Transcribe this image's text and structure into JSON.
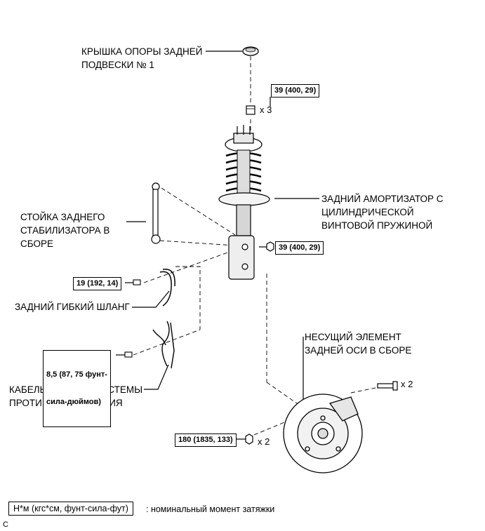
{
  "labels": {
    "cap_line1": "КРЫШКА ОПОРЫ ЗАДНЕЙ",
    "cap_line2": "ПОДВЕСКИ № 1",
    "shock_line1": "ЗАДНИЙ АМОРТИЗАТОР С",
    "shock_line2": "ЦИЛИНДРИЧЕСКОЙ",
    "shock_line3": "ВИНТОВОЙ ПРУЖИНОЙ",
    "link_line1": "СТОЙКА ЗАДНЕГО",
    "link_line2": "СТАБИЛИЗАТОРА В",
    "link_line3": "СБОРЕ",
    "hose": "ЗАДНИЙ ГИБКИЙ ШЛАНГ",
    "carrier_line1": "НЕСУЩИЙ ЭЛЕМЕНТ",
    "carrier_line2": "ЗАДНЕЙ ОСИ В СБОРЕ",
    "cable_line1": "КАБЕЛЬ ДАТЧИКА СИСТЕМЫ",
    "cable_line2": "ПРОТИВОСКОЛЬЖЕНИЯ"
  },
  "torques": {
    "top_nut": "39 (400, 29)",
    "link_nut": "39 (400, 29)",
    "hose_bolt": "19 (192, 14)",
    "sensor_bolt_line1": "8,5 (87, 75 фунт-",
    "sensor_bolt_line2": "сила-дюймов)",
    "knuckle_nut": "180 (1835, 133)"
  },
  "multipliers": {
    "top_nut": "x 3",
    "bolt": "x 2",
    "nut": "x 2"
  },
  "legend": {
    "unit": "Н*м (кгс*см, фунт-сила-фут)",
    "desc": ": номинальный момент затяжки"
  },
  "corner_mark": "C"
}
